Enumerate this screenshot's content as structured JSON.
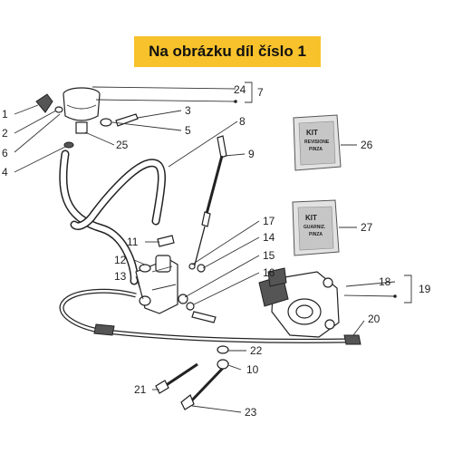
{
  "banner": {
    "text": "Na obrázku díl číslo 1"
  },
  "callouts": {
    "c1": "1",
    "c2": "2",
    "c3": "3",
    "c4": "4",
    "c5": "5",
    "c6": "6",
    "c7": "7",
    "c8": "8",
    "c9": "9",
    "c10": "10",
    "c11": "11",
    "c12": "12",
    "c13": "13",
    "c14": "14",
    "c15": "15",
    "c16": "16",
    "c17": "17",
    "c18": "18",
    "c19": "19",
    "c20": "20",
    "c21": "21",
    "c22": "22",
    "c23": "23",
    "c24": "24",
    "c25": "25",
    "c26": "26",
    "c27": "27"
  },
  "kits": {
    "kit1": {
      "title": "KIT",
      "line1": "REVISIONE",
      "line2": "PINZA"
    },
    "kit2": {
      "title": "KIT",
      "line1": "GUARNIZ.",
      "line2": "PINZA"
    }
  }
}
